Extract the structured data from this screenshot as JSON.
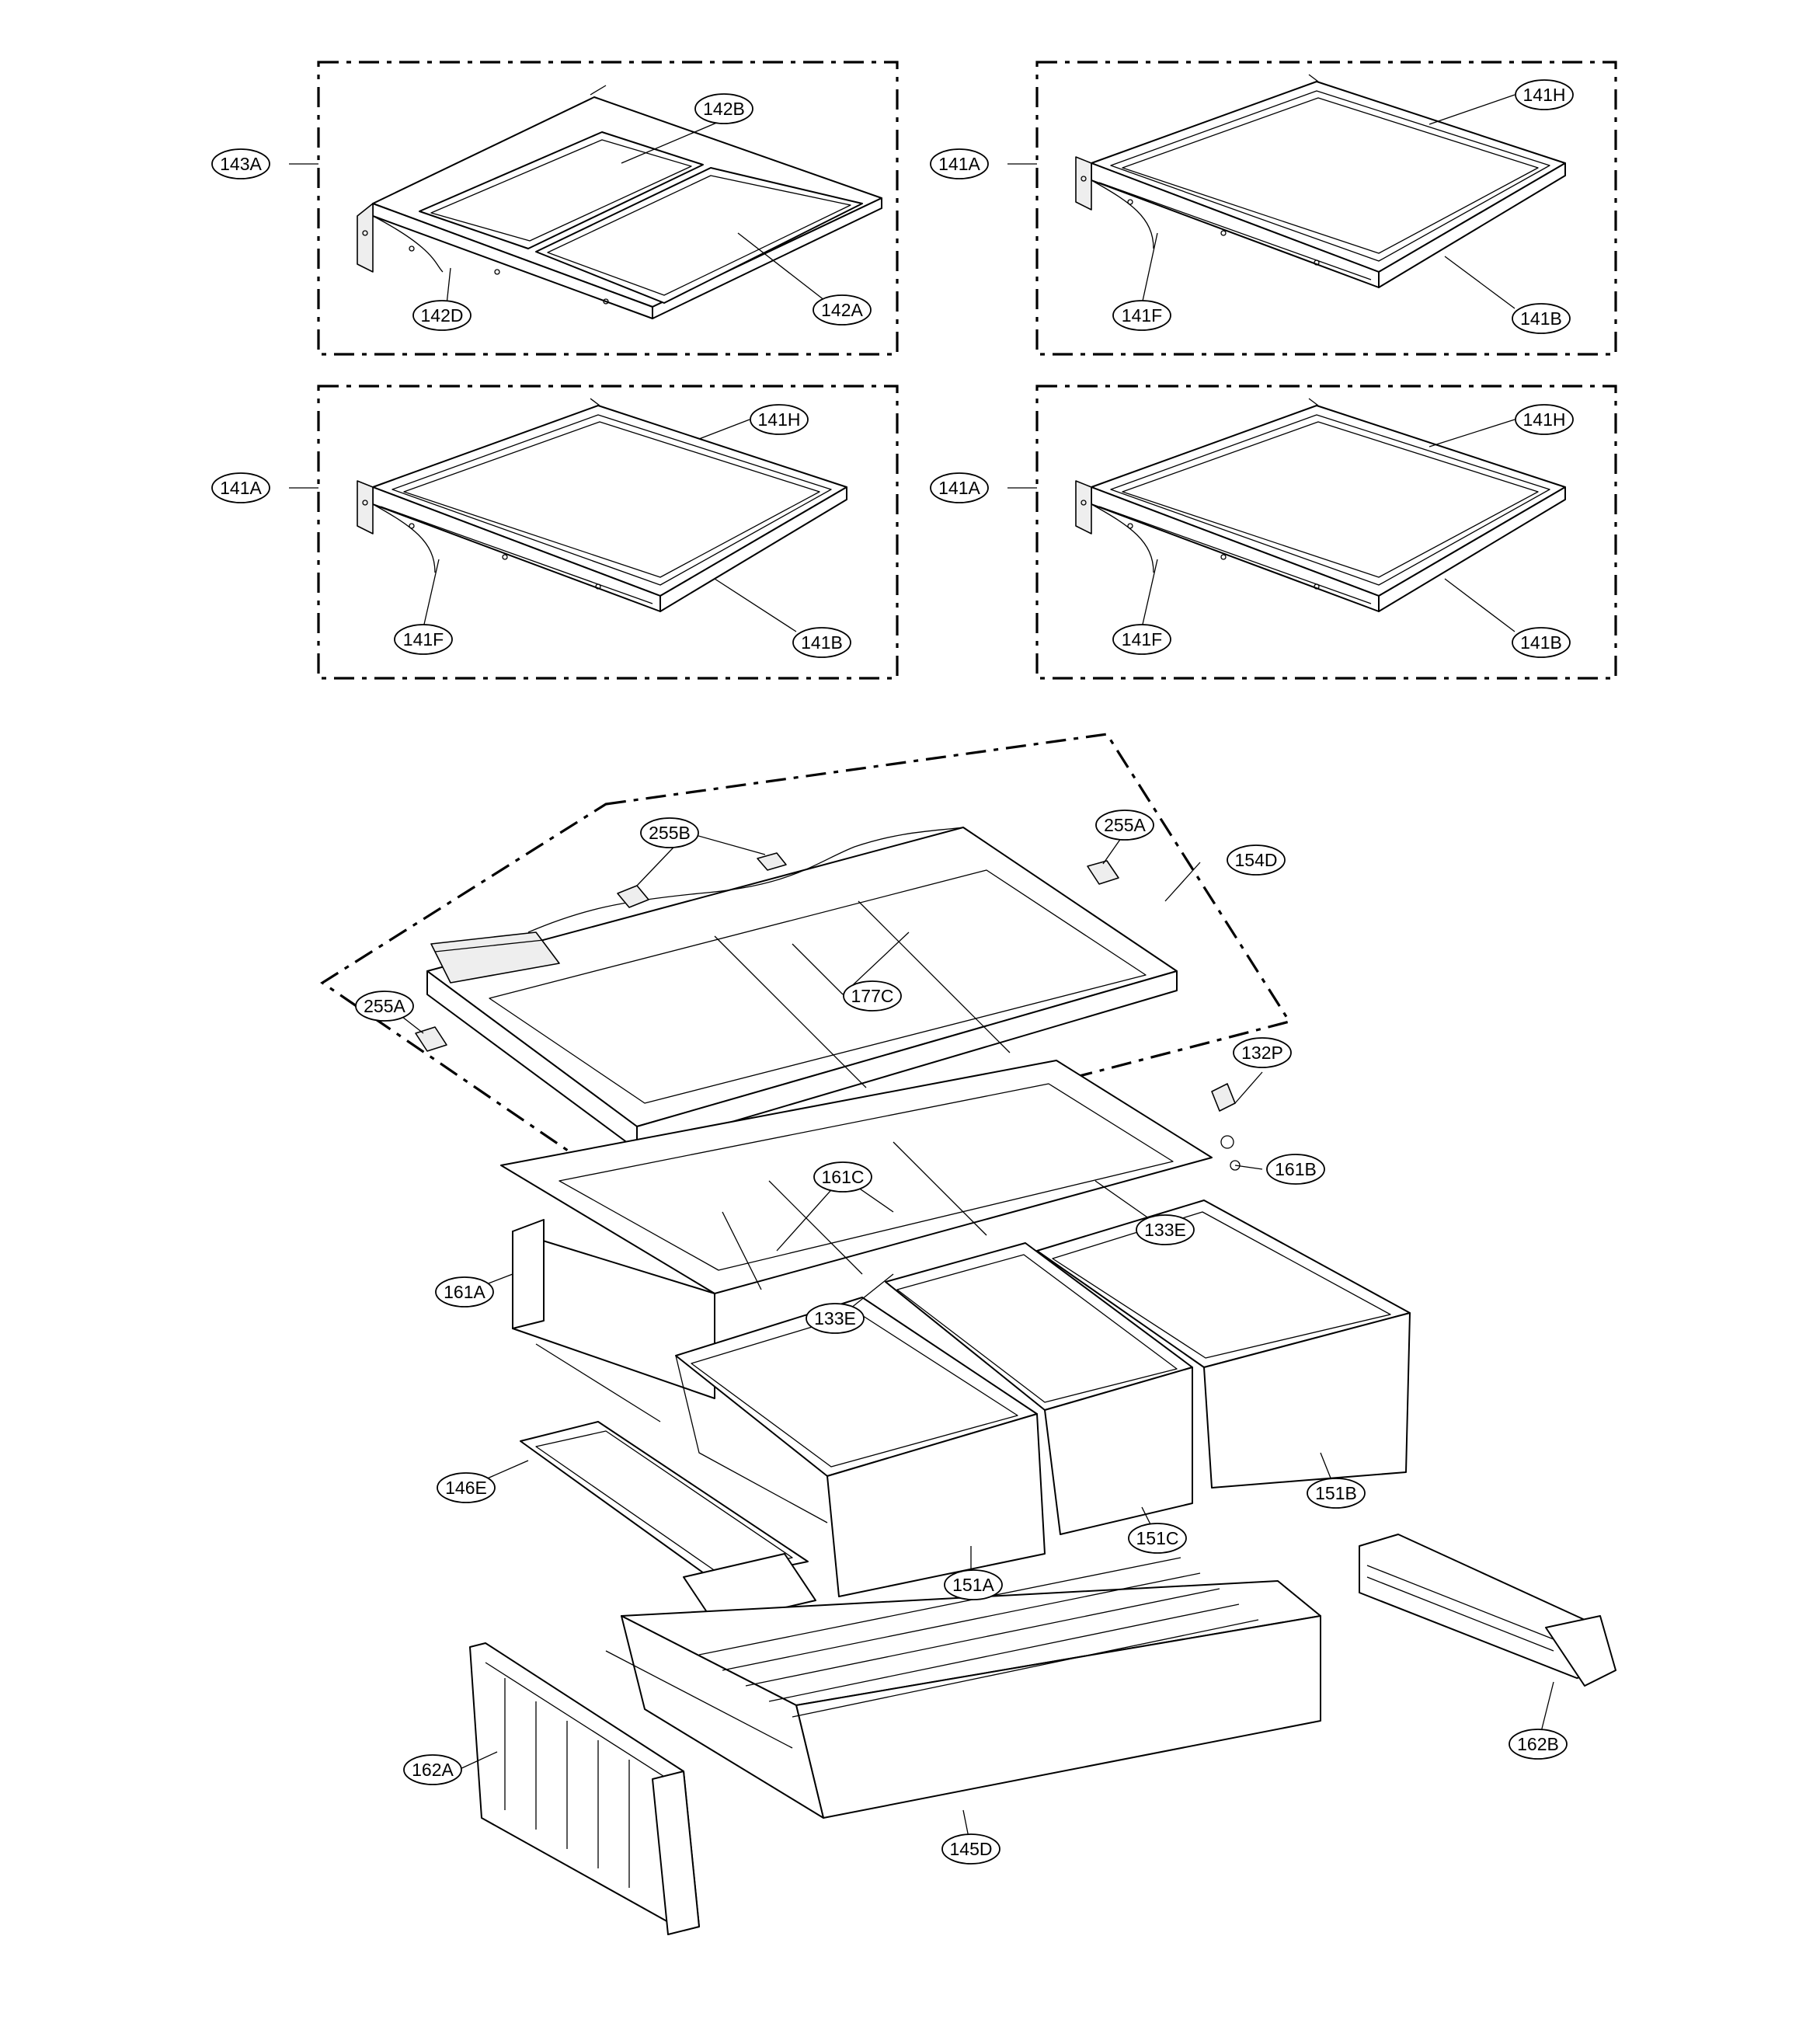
{
  "callouts": [
    {
      "id": "c143A",
      "text": "143A"
    },
    {
      "id": "c142B",
      "text": "142B"
    },
    {
      "id": "c142D",
      "text": "142D"
    },
    {
      "id": "c142A",
      "text": "142A"
    },
    {
      "id": "c141A_1",
      "text": "141A"
    },
    {
      "id": "c141H_1",
      "text": "141H"
    },
    {
      "id": "c141F_1",
      "text": "141F"
    },
    {
      "id": "c141B_1",
      "text": "141B"
    },
    {
      "id": "c141A_2",
      "text": "141A"
    },
    {
      "id": "c141H_2",
      "text": "141H"
    },
    {
      "id": "c141F_2",
      "text": "141F"
    },
    {
      "id": "c141B_2",
      "text": "141B"
    },
    {
      "id": "c141A_3",
      "text": "141A"
    },
    {
      "id": "c141H_3",
      "text": "141H"
    },
    {
      "id": "c141F_3",
      "text": "141F"
    },
    {
      "id": "c141B_3",
      "text": "141B"
    },
    {
      "id": "c255B",
      "text": "255B"
    },
    {
      "id": "c255A_1",
      "text": "255A"
    },
    {
      "id": "c154D",
      "text": "154D"
    },
    {
      "id": "c255A_2",
      "text": "255A"
    },
    {
      "id": "c177C",
      "text": "177C"
    },
    {
      "id": "c132P",
      "text": "132P"
    },
    {
      "id": "c161B",
      "text": "161B"
    },
    {
      "id": "c161C",
      "text": "161C"
    },
    {
      "id": "c133E_1",
      "text": "133E"
    },
    {
      "id": "c161A",
      "text": "161A"
    },
    {
      "id": "c133E_2",
      "text": "133E"
    },
    {
      "id": "c146E",
      "text": "146E"
    },
    {
      "id": "c151B",
      "text": "151B"
    },
    {
      "id": "c151C",
      "text": "151C"
    },
    {
      "id": "c151A",
      "text": "151A"
    },
    {
      "id": "c162B",
      "text": "162B"
    },
    {
      "id": "c162A",
      "text": "162A"
    },
    {
      "id": "c145D",
      "text": "145D"
    }
  ]
}
